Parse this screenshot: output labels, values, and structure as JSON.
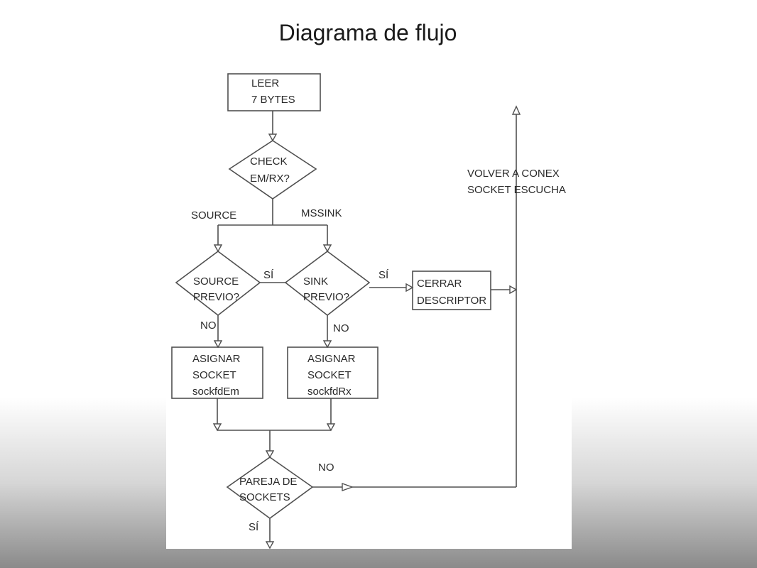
{
  "title": "Diagrama de flujo",
  "flowchart": {
    "nodes": {
      "read": [
        "LEER",
        "7 BYTES"
      ],
      "check": [
        "CHECK",
        "EM/RX?"
      ],
      "source_prev": [
        "SOURCE",
        "PREVIO?"
      ],
      "sink_prev": [
        "SINK",
        "PREVIO?"
      ],
      "close": [
        "CERRAR",
        "DESCRIPTOR"
      ],
      "assign_em": [
        "ASIGNAR",
        "SOCKET",
        "sockfdEm"
      ],
      "assign_rx": [
        "ASIGNAR",
        "SOCKET",
        "sockfdRx"
      ],
      "pair": [
        "PAREJA DE",
        "SOCKETS"
      ]
    },
    "edge_labels": {
      "source": "SOURCE",
      "mssink": "MSSINK",
      "si_source": "SÍ",
      "si_sink": "SÍ",
      "no_source": "NO",
      "no_sink": "NO",
      "no_pair": "NO",
      "si_pair": "SÍ"
    },
    "note": [
      "VOLVER A CONEX",
      "SOCKET ESCUCHA"
    ]
  }
}
